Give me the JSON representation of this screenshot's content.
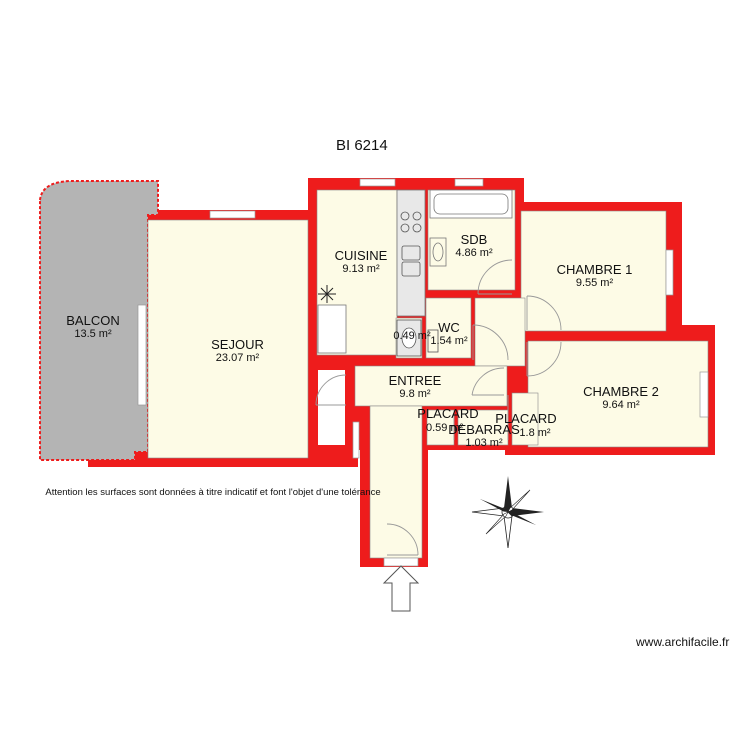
{
  "plan_title": "BI 6214",
  "rooms": {
    "balcon": {
      "name": "BALCON",
      "area": "13.5 m²"
    },
    "sejour": {
      "name": "SEJOUR",
      "area": "23.07 m²"
    },
    "cuisine": {
      "name": "CUISINE",
      "area": "9.13 m²"
    },
    "sdb": {
      "name": "SDB",
      "area": "4.86 m²"
    },
    "chambre1": {
      "name": "CHAMBRE 1",
      "area": "9.55 m²"
    },
    "wc": {
      "name": "WC",
      "area": "1.54 m²"
    },
    "small_room": {
      "area": "0.49 m²"
    },
    "entree": {
      "name": "ENTREE",
      "area": "9.8 m²"
    },
    "placard1": {
      "name": "PLACARD",
      "area": "0.59 m²"
    },
    "debarras": {
      "name": "DEBARRAS",
      "area": "1.03 m²"
    },
    "placard2": {
      "name": "PLACARD",
      "area": "1.8 m²"
    },
    "chambre2": {
      "name": "CHAMBRE 2",
      "area": "9.64 m²"
    }
  },
  "disclaimer": "Attention les surfaces sont données à titre indicatif et font l'objet d'une tolérance",
  "credit": "www.archifacile.fr",
  "colors": {
    "wall": "#ee1c1c",
    "floor": "#fdfbe6",
    "balcony": "#b4b4b4",
    "window": "#ffffff",
    "fixture": "#e8e8e8"
  },
  "icons": [
    "compass-rose-icon",
    "entrance-arrow-icon",
    "stove-icon",
    "sink-icon",
    "bathtub-icon",
    "toilet-icon",
    "washbasin-icon"
  ]
}
